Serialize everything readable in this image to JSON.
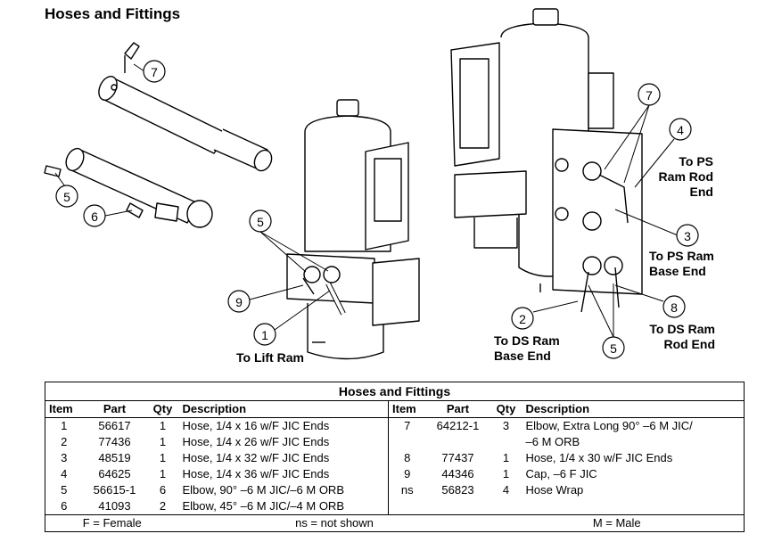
{
  "page_title": "Hoses and Fittings",
  "callouts": {
    "c7a": "7",
    "c5a": "5",
    "c6": "6",
    "c5b": "5",
    "c9": "9",
    "c1": "1",
    "c7b": "7",
    "c4": "4",
    "c3": "3",
    "c8": "8",
    "c2": "2",
    "c5c": "5"
  },
  "labels": {
    "lift_ram": "To Lift Ram",
    "ps_ram_rod": [
      "To PS",
      "Ram Rod",
      "End"
    ],
    "ps_ram_base": [
      "To PS Ram",
      "Base End"
    ],
    "ds_ram_rod": [
      "To DS Ram",
      "Rod End"
    ],
    "ds_ram_base": [
      "To DS Ram",
      "Base End"
    ]
  },
  "table": {
    "caption": "Hoses and Fittings",
    "headers": [
      "Item",
      "Part",
      "Qty",
      "Description"
    ],
    "left_rows": [
      {
        "item": "1",
        "part": "56617",
        "qty": "1",
        "desc": "Hose, 1/4 x 16 w/F JIC Ends"
      },
      {
        "item": "2",
        "part": "77436",
        "qty": "1",
        "desc": "Hose, 1/4 x 26 w/F JIC Ends"
      },
      {
        "item": "3",
        "part": "48519",
        "qty": "1",
        "desc": "Hose, 1/4 x 32 w/F JIC Ends"
      },
      {
        "item": "4",
        "part": "64625",
        "qty": "1",
        "desc": "Hose, 1/4 x 36 w/F JIC Ends"
      },
      {
        "item": "5",
        "part": "56615-1",
        "qty": "6",
        "desc": "Elbow, 90° –6 M JIC/–6 M ORB"
      },
      {
        "item": "6",
        "part": "41093",
        "qty": "2",
        "desc": "Elbow, 45° –6 M JIC/–4 M ORB"
      }
    ],
    "right_rows": [
      {
        "item": "7",
        "part": "64212-1",
        "qty": "3",
        "desc": "Elbow, Extra Long 90° –6 M JIC/",
        "desc2": "–6 M ORB"
      },
      {
        "item": "8",
        "part": "77437",
        "qty": "1",
        "desc": "Hose, 1/4 x 30 w/F JIC Ends"
      },
      {
        "item": "9",
        "part": "44346",
        "qty": "1",
        "desc": "Cap, –6 F JIC"
      },
      {
        "item": "ns",
        "part": "56823",
        "qty": "4",
        "desc": "Hose Wrap"
      }
    ],
    "footer": [
      "F = Female",
      "ns = not shown",
      "M = Male"
    ]
  }
}
